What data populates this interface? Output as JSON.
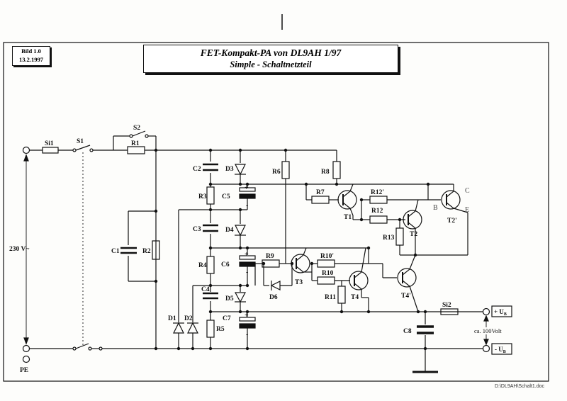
{
  "doc_label": {
    "line1": "Bild 1.0",
    "line2": "13.2.1997"
  },
  "title": {
    "line1": "FET-Kompakt-PA   von DL9AH   1/97",
    "line2": "Simple  -  Schaltnetzteil"
  },
  "footer": "D:\\DL9AH\\Schalt1.doc",
  "labels": {
    "si1": "Si1",
    "s1": "S1",
    "s2": "S2",
    "r1": "R1",
    "c1": "C1",
    "r2": "R2",
    "v230": "230 V~",
    "pe": "PE",
    "c2": "C2",
    "d3": "D3",
    "r3": "R3",
    "c5": "C5",
    "c3": "C3",
    "d4": "D4",
    "r4": "R4",
    "c6": "C6",
    "c4": "C4",
    "d5": "D5",
    "r5": "R5",
    "c7": "C7",
    "d1": "D1",
    "d2": "D2",
    "r6": "R6",
    "r8": "R8",
    "r7": "R7",
    "t1": "T1",
    "r12p": "R12'",
    "r12": "R12",
    "t2": "T2",
    "r13": "R13",
    "t2p": "T2'",
    "c": "C",
    "b": "B",
    "e": "E",
    "r9": "R9",
    "d6": "D6",
    "t3": "T3",
    "r10p": "R10'",
    "r10": "R10",
    "r11": "R11",
    "t4": "T4",
    "t4p": "T4'",
    "c8": "C8",
    "si2": "Si2",
    "plus_ub": "+ U",
    "minus_ub": "- U",
    "sub_b": "B",
    "ca100": "ca. 100Volt",
    "plus": "+",
    "minus": "-"
  }
}
